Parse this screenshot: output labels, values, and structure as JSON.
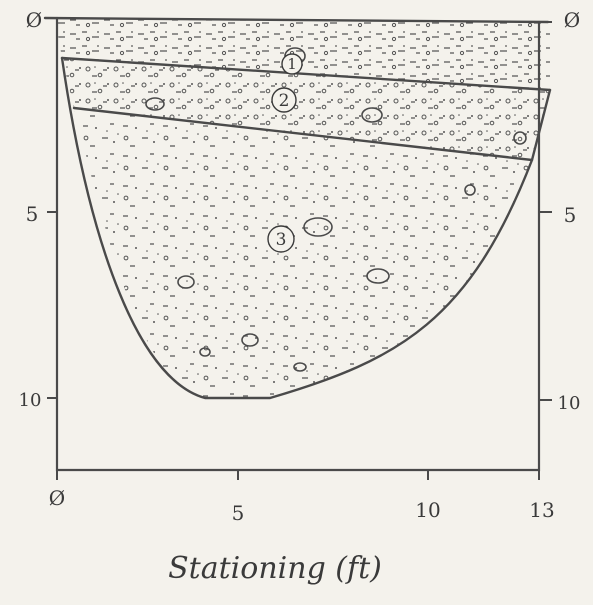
{
  "diagram": {
    "xlabel": "Stationing (ft)",
    "x_ticks": [
      "Ø",
      "5",
      "10",
      "13"
    ],
    "left_depth_ticks": [
      "Ø",
      "5",
      "10"
    ],
    "right_depth_ticks": [
      "Ø",
      "5",
      "10"
    ],
    "layers": [
      {
        "id": "layer-1",
        "label": "1"
      },
      {
        "id": "layer-2",
        "label": "2"
      },
      {
        "id": "layer-3",
        "label": "3"
      }
    ],
    "ink_color": "#4a4a4a",
    "paper_color": "#f4f2ec"
  }
}
